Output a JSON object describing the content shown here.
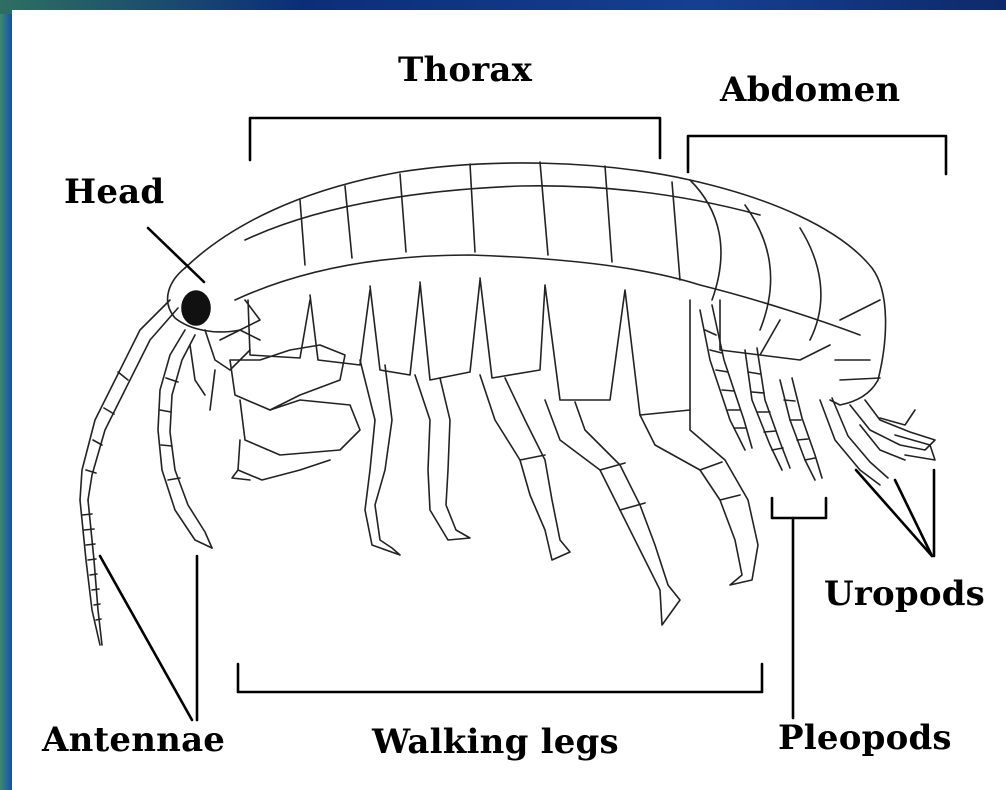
{
  "labels": {
    "thorax": "Thorax",
    "abdomen": "Abdomen",
    "head": "Head",
    "uropods": "Uropods",
    "antennae": "Antennae",
    "walking_legs": "Walking legs",
    "pleopods": "Pleopods"
  },
  "colors": {
    "frame_blue": "#0d3f8c",
    "ink": "#000000",
    "paper": "#ffffff"
  }
}
